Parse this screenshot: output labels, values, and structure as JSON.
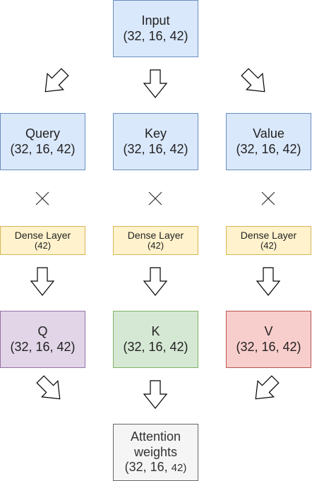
{
  "input": {
    "title": "Input",
    "shape": "(32, 16, 42)"
  },
  "projections": [
    {
      "title": "Query",
      "shape": "(32, 16, 42)"
    },
    {
      "title": "Key",
      "shape": "(32, 16, 42)"
    },
    {
      "title": "Value",
      "shape": "(32, 16, 42)"
    }
  ],
  "operator_symbol": "×",
  "dense_layers": [
    {
      "label": "Dense Layer",
      "units": "(42)"
    },
    {
      "label": "Dense Layer",
      "units": "(42)"
    },
    {
      "label": "Dense Layer",
      "units": "(42)"
    }
  ],
  "outputs": [
    {
      "title": "Q",
      "shape": "(32, 16, 42)"
    },
    {
      "title": "K",
      "shape": "(32, 16, 42)"
    },
    {
      "title": "V",
      "shape": "(32, 16, 42)"
    }
  ],
  "attention": {
    "title_line1": "Attention",
    "title_line2": "weights",
    "shape_main": "(32, 16, ",
    "shape_end": "42)"
  },
  "colors": {
    "input_fill": "#dae8fc",
    "input_border": "#6c8ebf",
    "dense_fill": "#fff2cc",
    "dense_border": "#d6b656",
    "q_fill": "#e1d5e7",
    "k_fill": "#d5e8d4",
    "v_fill": "#f8cecc",
    "attention_fill": "#f5f5f5"
  }
}
